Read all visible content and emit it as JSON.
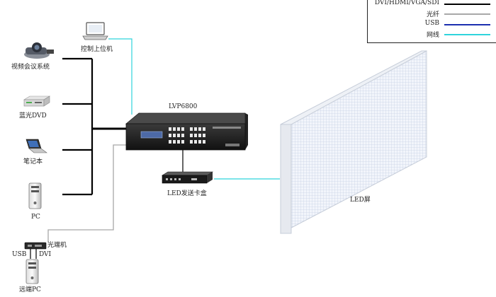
{
  "legend": {
    "items": [
      {
        "label": "DVI/HDMI/VGA/SDI",
        "color": "#000000"
      },
      {
        "label": "光纤",
        "color": "#a8a8a8"
      },
      {
        "label": "USB",
        "color": "#1b2fb0"
      },
      {
        "label": "网线",
        "color": "#2fd4dc"
      }
    ]
  },
  "devices": {
    "control_pc": "控制上位机",
    "video_conf": "视频会议系统",
    "bluray": "蓝光DVD",
    "laptop": "笔记本",
    "pc": "PC",
    "processor": "LVP6800",
    "sender_box": "LED发送卡盒",
    "led_screen": "LED屏",
    "fiber_converter": "光端机",
    "usb_port": "USB",
    "dvi_port": "DVI",
    "remote_pc": "远端PC"
  }
}
